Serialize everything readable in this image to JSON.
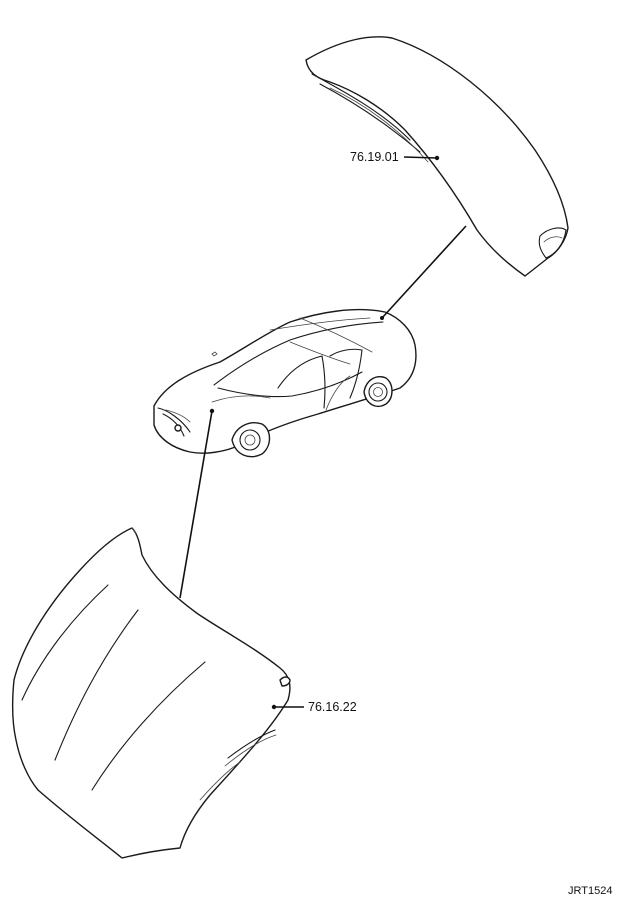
{
  "parts": [
    {
      "id": "trunk-lid",
      "part_number": "76.19.01"
    },
    {
      "id": "hood",
      "part_number": "76.16.22"
    }
  ],
  "figure_ref": "JRT1524"
}
